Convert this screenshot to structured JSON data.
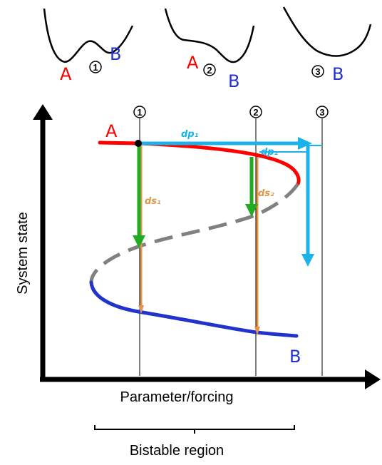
{
  "labels": {
    "y_axis": "System state",
    "x_axis": "Parameter/forcing",
    "region": "Bistable region",
    "state_a": "A",
    "state_b": "B",
    "dp1": "dp₁",
    "dp2": "dp₂",
    "ds1": "ds₁",
    "ds2": "ds₂",
    "mark1": "1",
    "mark2": "2",
    "mark3": "3"
  },
  "colors": {
    "branch_a": "#ff0000",
    "branch_b": "#2233cc",
    "unstable": "#808080",
    "dp_arrow": "#1ab2e8",
    "ds_arrow": "#22aa22",
    "ds_line": "#e0954a"
  }
}
